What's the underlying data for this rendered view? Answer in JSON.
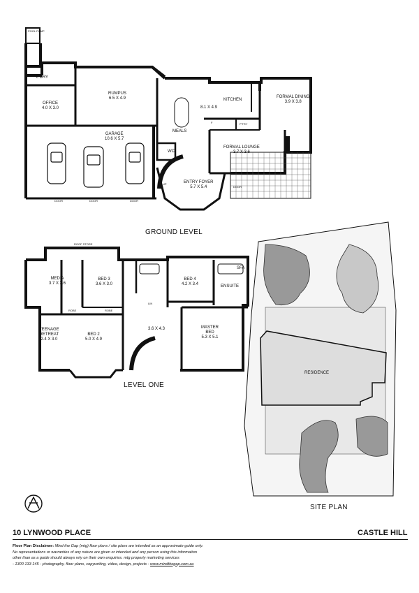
{
  "ground": {
    "title": "GROUND LEVEL",
    "rooms": {
      "pool_pump": "POOL PUMP",
      "laundry": "L'DRY",
      "office": "OFFICE",
      "office_dim": "4.0 X 3.0",
      "rumpus": "RUMPUS",
      "rumpus_dim": "6.5 X 4.9",
      "kitchen": "KITCHEN",
      "kitchen_dim": "8.1 X 4.9",
      "formal_dining": "FORMAL DINING",
      "formal_dining_dim": "3.9 X 3.8",
      "meals": "MEALS",
      "garage": "GARAGE",
      "garage_dim": "10.6 X 5.7",
      "wc": "WC",
      "pantry": "P'TRY",
      "formal_lounge": "FORMAL LOUNGE",
      "formal_lounge_dim": "3.7 X 3.6",
      "entry_foyer": "ENTRY FOYER",
      "entry_foyer_dim": "5.7 X 5.4",
      "door": "DOOR",
      "fridge": "F",
      "up": "UP"
    }
  },
  "level_one": {
    "title": "LEVEL ONE",
    "rooms": {
      "roof_storage": "ROOF STORE",
      "media": "MEDIA",
      "media_dim": "3.7 X 3.6",
      "bed3": "BED 3",
      "bed3_dim": "3.6 X 3.0",
      "bed4": "BED 4",
      "bed4_dim": "4.2 X 3.4",
      "sfa": "SFA",
      "ensuite": "ENSUITE",
      "teenage_retreat": "TEENAGE RETREAT",
      "teenage_retreat_dim": "2.4 X 3.0",
      "bed2": "BED 2",
      "bed2_dim": "5.0 X 4.9",
      "landing_dim": "3.6 X 4.3",
      "master_bed": "MASTER BED",
      "master_bed_dim": "5.3 X 5.1",
      "robe": "ROBE",
      "linen": "LIN"
    }
  },
  "site": {
    "title": "SITE PLAN",
    "residence": "RESIDENCE"
  },
  "footer": {
    "address": "10 LYNWOOD PLACE",
    "suburb": "CASTLE HILL",
    "disclaimer_label": "Floor Plan Disclaimer:",
    "disclaimer_line1": "Mind the Gap (mtg) floor plans / site plans are intended as an approximate guide only.",
    "disclaimer_line2": "No representations or warranties of any nature are given or intended and any person using this information",
    "disclaimer_line3": "other than as a guide should always rely on their own enquiries. mtg property marketing services",
    "disclaimer_line4": "- 1300 133 145 - photography, floor plans, copywriting, video, design, projects -",
    "website": "www.mindthegap.com.au"
  }
}
